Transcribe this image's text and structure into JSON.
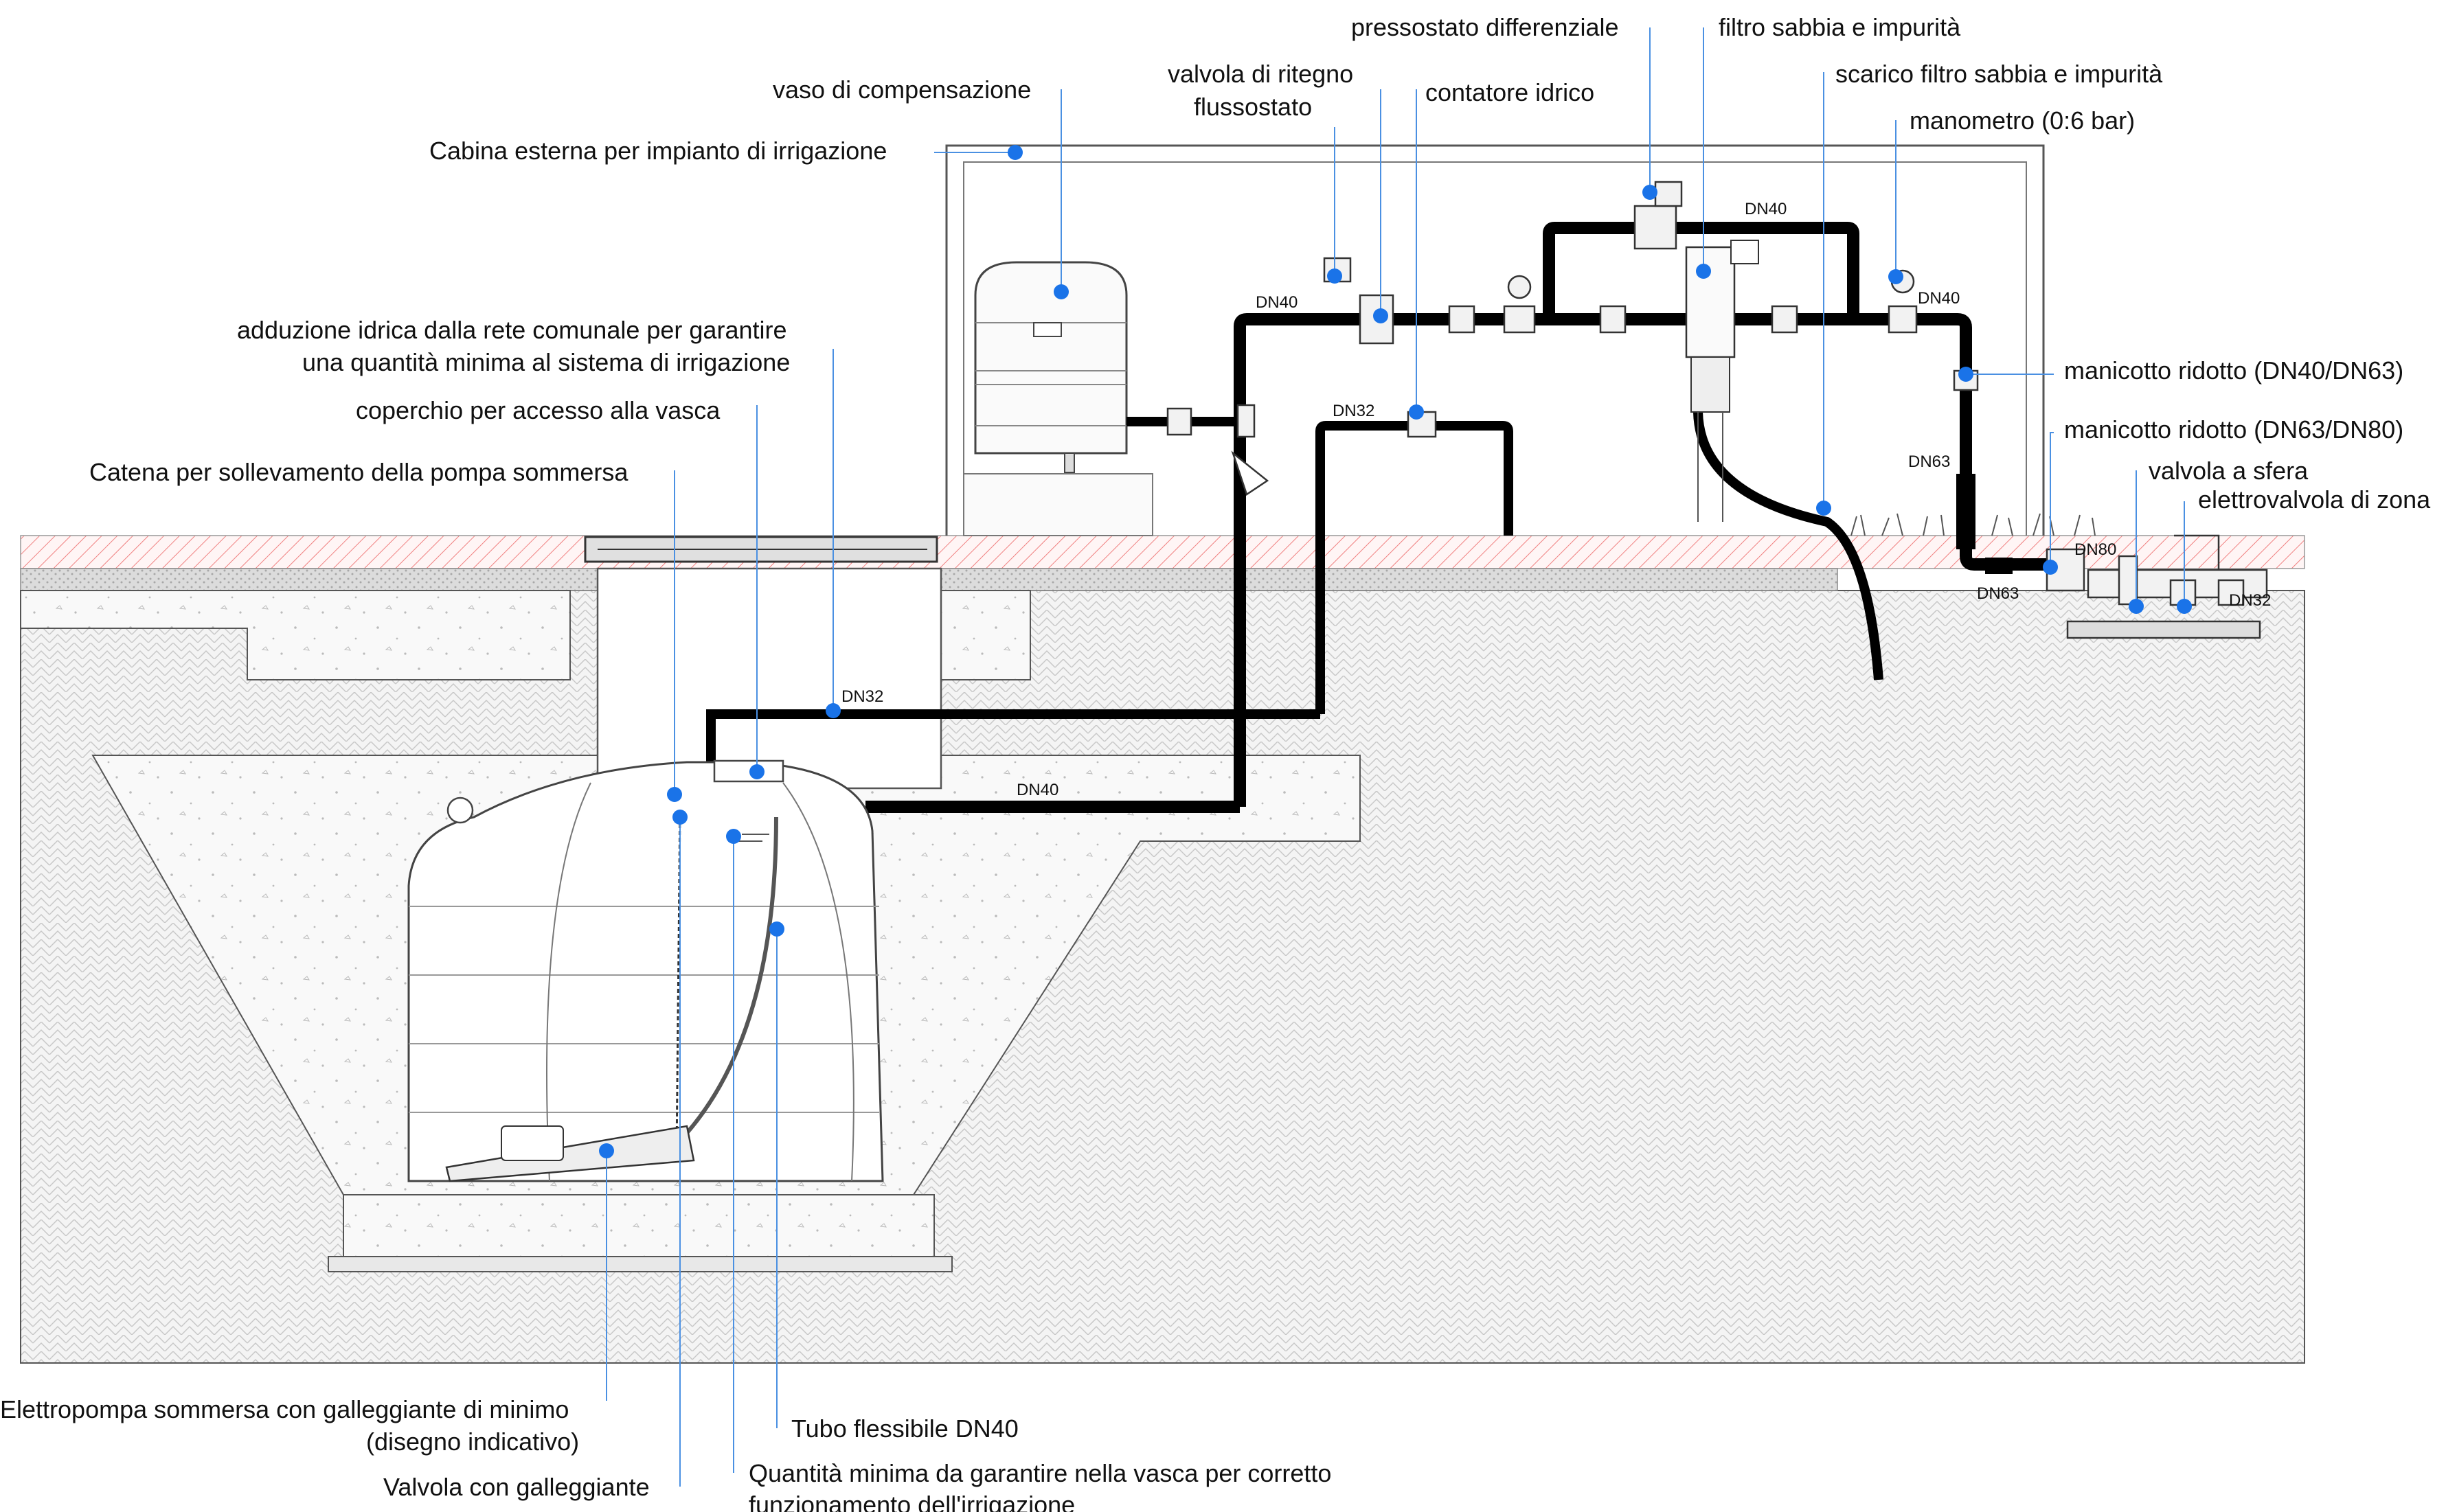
{
  "labels": {
    "pressostato": "pressostato differenziale",
    "filtro": "filtro sabbia e impurità",
    "valvola_ritegno_1": "valvola di ritegno",
    "valvola_ritegno_2": "flussostato",
    "contatore": "contatore idrico",
    "scarico_filtro": "scarico filtro sabbia e impurità",
    "vaso": "vaso di compensazione",
    "manometro": "manometro (0:6 bar)",
    "cabina": "Cabina esterna per impianto di irrigazione",
    "adduzione_1": "adduzione idrica dalla rete comunale per garantire",
    "adduzione_2": "una quantità minima al sistema di irrigazione",
    "manicotto_1": "manicotto ridotto (DN40/DN63)",
    "coperchio": "coperchio per accesso alla vasca",
    "manicotto_2": "manicotto ridotto (DN63/DN80)",
    "catena": "Catena per sollevamento della pompa sommersa",
    "valvola_sfera": "valvola a sfera",
    "elettrovalvola": "elettrovalvola di zona",
    "elettropompa_1": "Elettropompa sommersa con galleggiante di minimo",
    "elettropompa_2": "(disegno indicativo)",
    "tubo_flessibile": "Tubo flessibile DN40",
    "valvola_galleggiante": "Valvola con galleggiante",
    "quantita_1": "Quantità minima da garantire nella vasca per corretto",
    "quantita_2": "funzionamento dell'irrigazione"
  },
  "pipes": {
    "dn40_top": "DN40",
    "dn40_left": "DN40",
    "dn40_right": "DN40",
    "dn32_upper": "DN32",
    "dn32_lower": "DN32",
    "dn40_lower": "DN40",
    "dn63_vertical": "DN63",
    "dn63_bottom": "DN63",
    "dn80": "DN80",
    "dn32_zone": "DN32"
  },
  "colors": {
    "marker": "#1a73e8",
    "leader": "#4a90e2",
    "pipe": "#000000",
    "grass_stripe": "#e05050"
  },
  "icons": {
    "marker": "blue-dot",
    "gauge": "pressure-gauge-icon",
    "valve": "ball-valve-icon"
  }
}
